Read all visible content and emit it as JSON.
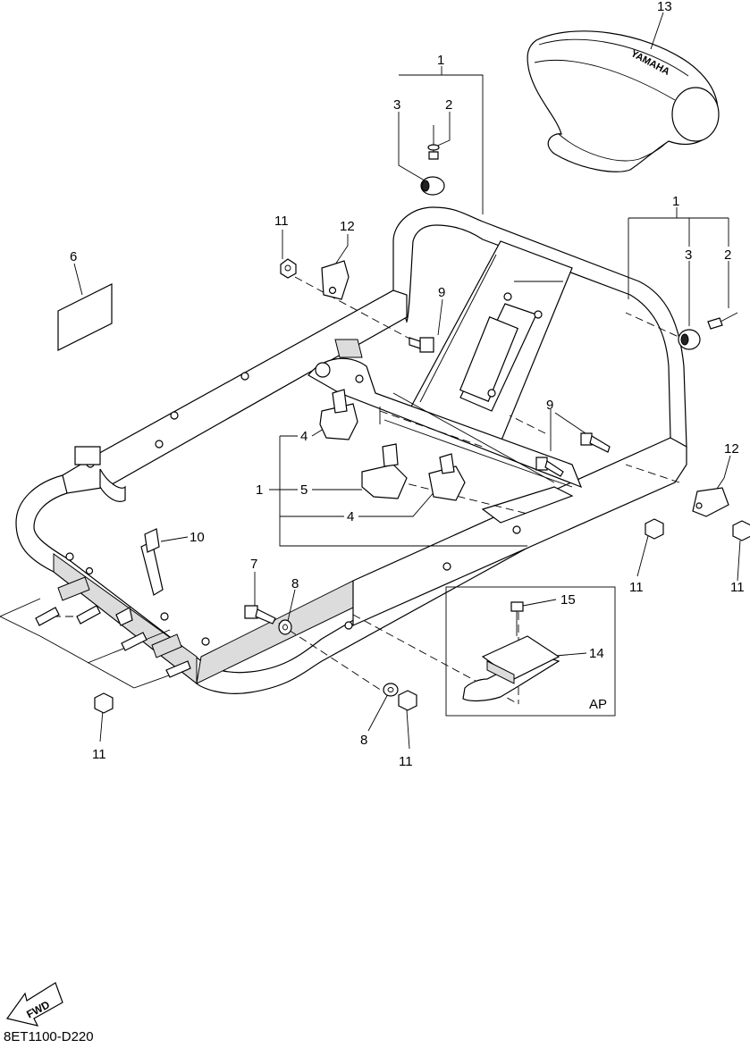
{
  "diagram_code": "8ET1100-D220",
  "brand_text": "YAMAHA",
  "fwd_label": "FWD",
  "inset_label": "AP",
  "callouts": {
    "c1a": "1",
    "c2a": "2",
    "c3a": "3",
    "c1b": "1",
    "c2b": "2",
    "c3b": "3",
    "c1c": "1",
    "c4a": "4",
    "c4b": "4",
    "c5": "5",
    "c6": "6",
    "c7": "7",
    "c8a": "8",
    "c8b": "8",
    "c9a": "9",
    "c9b": "9",
    "c10": "10",
    "c11a": "11",
    "c11b": "11",
    "c11c": "11",
    "c11d": "11",
    "c11e": "11",
    "c12a": "12",
    "c12b": "12",
    "c13": "13",
    "c14": "14",
    "c15": "15"
  }
}
